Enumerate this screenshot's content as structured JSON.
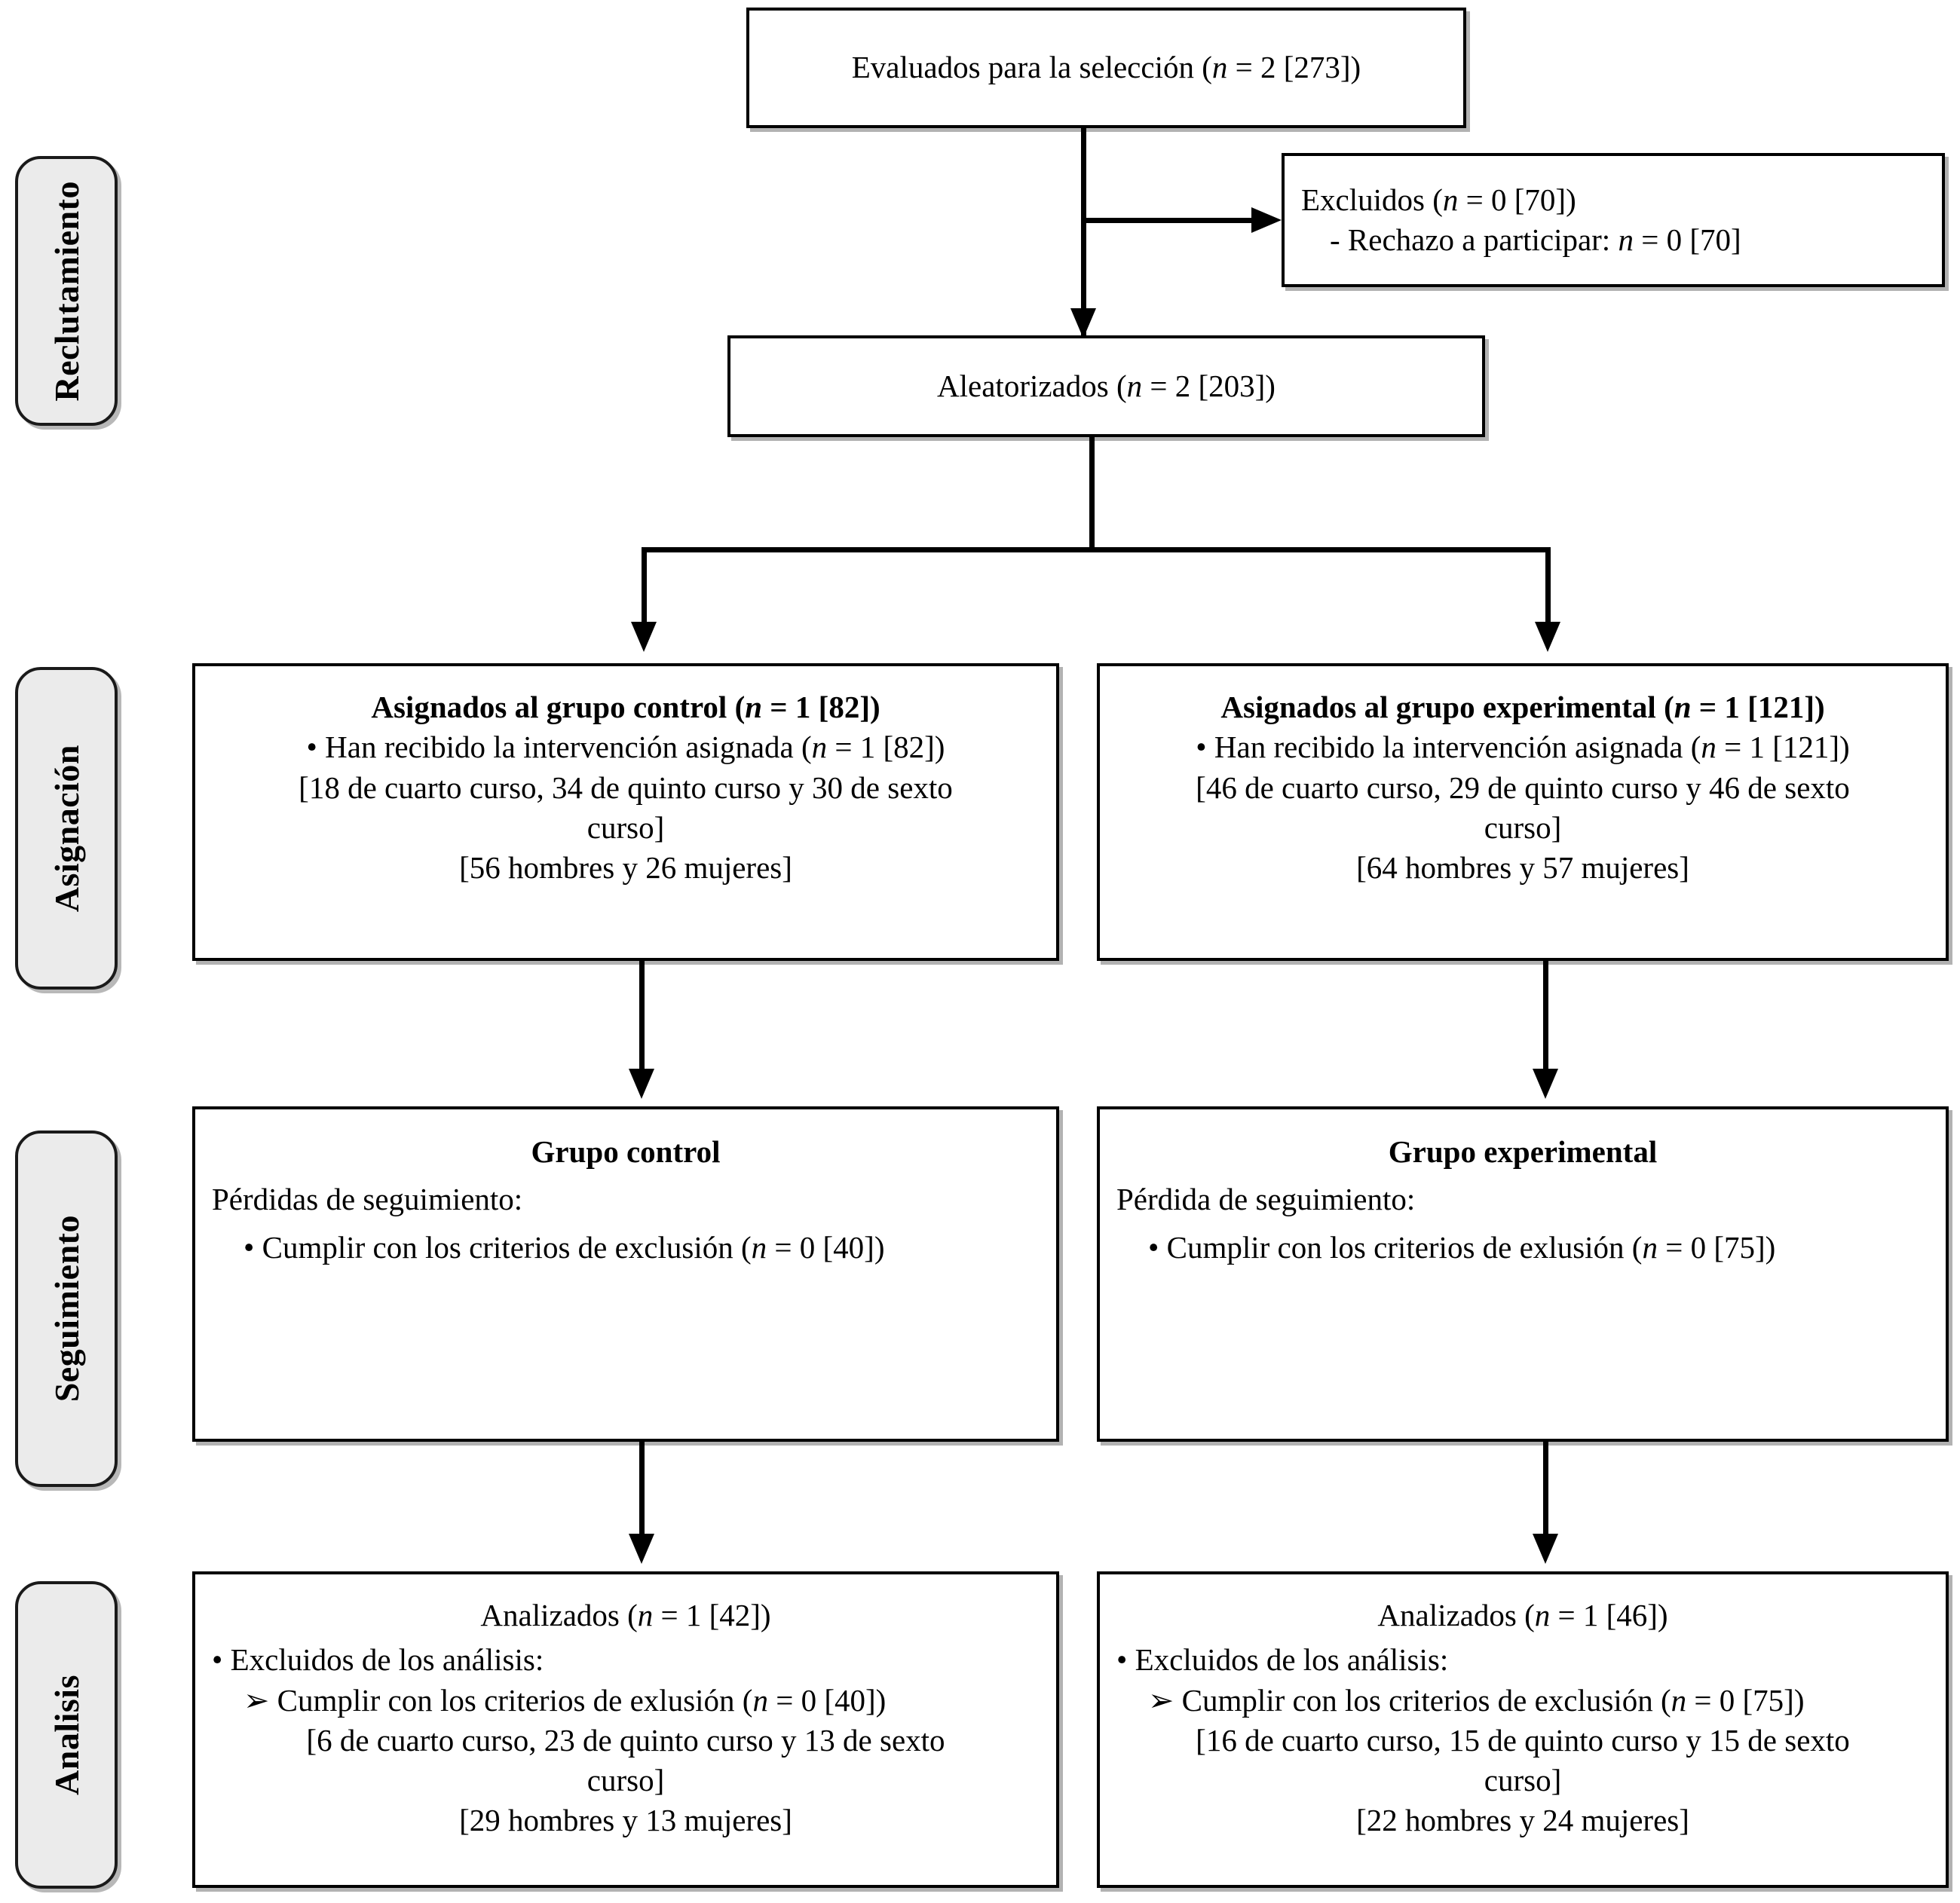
{
  "diagram": {
    "type": "consort-flow-diagram",
    "language": "es"
  },
  "stages": [
    {
      "id": "reclutamiento",
      "label": "Reclutamiento"
    },
    {
      "id": "asignacion",
      "label": "Asignación"
    },
    {
      "id": "seguimiento",
      "label": "Seguimiento"
    },
    {
      "id": "analisis",
      "label": "Analisis"
    }
  ],
  "boxes": {
    "enrollment": {
      "lines": [
        {
          "text": "Evaluados para la selección (n = 2 [273])",
          "bold": false,
          "align": "center"
        }
      ]
    },
    "excluded": {
      "lines": [
        {
          "text": "Excluidos (n = 0 [70])",
          "bold": false,
          "align": "left"
        },
        {
          "text": "-  Rechazo a participar: n = 0 [70]",
          "bold": false,
          "align": "left"
        }
      ]
    },
    "randomized": {
      "lines": [
        {
          "text": "Aleatorizados (n = 2 [203])",
          "bold": false,
          "align": "center"
        }
      ]
    },
    "allocation_control": {
      "lines": [
        {
          "text": "Asignados al grupo control (n = 1 [82])",
          "bold": true,
          "align": "center"
        },
        {
          "text": "• Han recibido la intervención asignada (n = 1 [82])",
          "bold": false,
          "align": "center"
        },
        {
          "text": "[18 de cuarto curso, 34 de quinto curso y 30 de sexto",
          "bold": false,
          "align": "center"
        },
        {
          "text": "curso]",
          "bold": false,
          "align": "center"
        },
        {
          "text": "[56 hombres y 26 mujeres]",
          "bold": false,
          "align": "center"
        }
      ]
    },
    "allocation_experimental": {
      "lines": [
        {
          "text": "Asignados al grupo experimental (n = 1 [121])",
          "bold": true,
          "align": "center"
        },
        {
          "text": "• Han recibido la intervención asignada (n = 1 [121])",
          "bold": false,
          "align": "center"
        },
        {
          "text": "[46 de cuarto curso, 29 de quinto curso y 46 de sexto",
          "bold": false,
          "align": "center"
        },
        {
          "text": "curso]",
          "bold": false,
          "align": "center"
        },
        {
          "text": "[64 hombres y 57 mujeres]",
          "bold": false,
          "align": "center"
        }
      ]
    },
    "followup_control": {
      "lines": [
        {
          "text": "Grupo control",
          "bold": true,
          "align": "center"
        },
        {
          "text": "Pérdidas de seguimiento:",
          "bold": false,
          "align": "left"
        },
        {
          "text": "• Cumplir con los criterios de exclusión (n = 0 [40])",
          "bold": false,
          "align": "center"
        }
      ]
    },
    "followup_experimental": {
      "lines": [
        {
          "text": "Grupo experimental",
          "bold": true,
          "align": "center"
        },
        {
          "text": "Pérdida de seguimiento:",
          "bold": false,
          "align": "left"
        },
        {
          "text": "• Cumplir con los criterios de exlusión (n = 0 [75])",
          "bold": false,
          "align": "center"
        }
      ]
    },
    "analysis_control": {
      "lines": [
        {
          "text": "Analizados (n = 1 [42])",
          "bold": false,
          "align": "center"
        },
        {
          "text": "• Excluidos de los análisis:",
          "bold": false,
          "align": "left"
        },
        {
          "text": "➢  Cumplir con los criterios de exlusión (n = 0 [40])",
          "bold": false,
          "align": "left"
        },
        {
          "text": "[6 de cuarto curso, 23 de quinto curso y 13 de sexto",
          "bold": false,
          "align": "center"
        },
        {
          "text": "curso]",
          "bold": false,
          "align": "center"
        },
        {
          "text": "[29 hombres y 13 mujeres]",
          "bold": false,
          "align": "center"
        }
      ]
    },
    "analysis_experimental": {
      "lines": [
        {
          "text": "Analizados (n = 1 [46])",
          "bold": false,
          "align": "center"
        },
        {
          "text": "• Excluidos de los análisis:",
          "bold": false,
          "align": "left"
        },
        {
          "text": "➢  Cumplir con los criterios de exclusión (n = 0 [75])",
          "bold": false,
          "align": "left"
        },
        {
          "text": "[16 de cuarto curso, 15 de quinto curso y 15 de sexto",
          "bold": false,
          "align": "center"
        },
        {
          "text": "curso]",
          "bold": false,
          "align": "center"
        },
        {
          "text": "[22 hombres y 24 mujeres]",
          "bold": false,
          "align": "center"
        }
      ]
    }
  },
  "counts": {
    "assessed_for_eligibility": "2 [273]",
    "excluded_total": "0 [70]",
    "excluded_declined": "0 [70]",
    "randomized": "2 [203]",
    "allocated_control": "1 [82]",
    "allocated_experimental": "1 [121]",
    "received_control": "1 [82]",
    "received_experimental": "1 [121]",
    "lost_control": "0 [40]",
    "lost_experimental": "0 [75]",
    "analyzed_control": "1 [42]",
    "analyzed_experimental": "1 [46]",
    "excluded_analysis_control": "0 [40]",
    "excluded_analysis_experimental": "0 [75]"
  },
  "colors": {
    "stroke": "#000000",
    "stage_fill": "#ebebeb",
    "box_fill": "#ffffff",
    "text": "#000000"
  }
}
